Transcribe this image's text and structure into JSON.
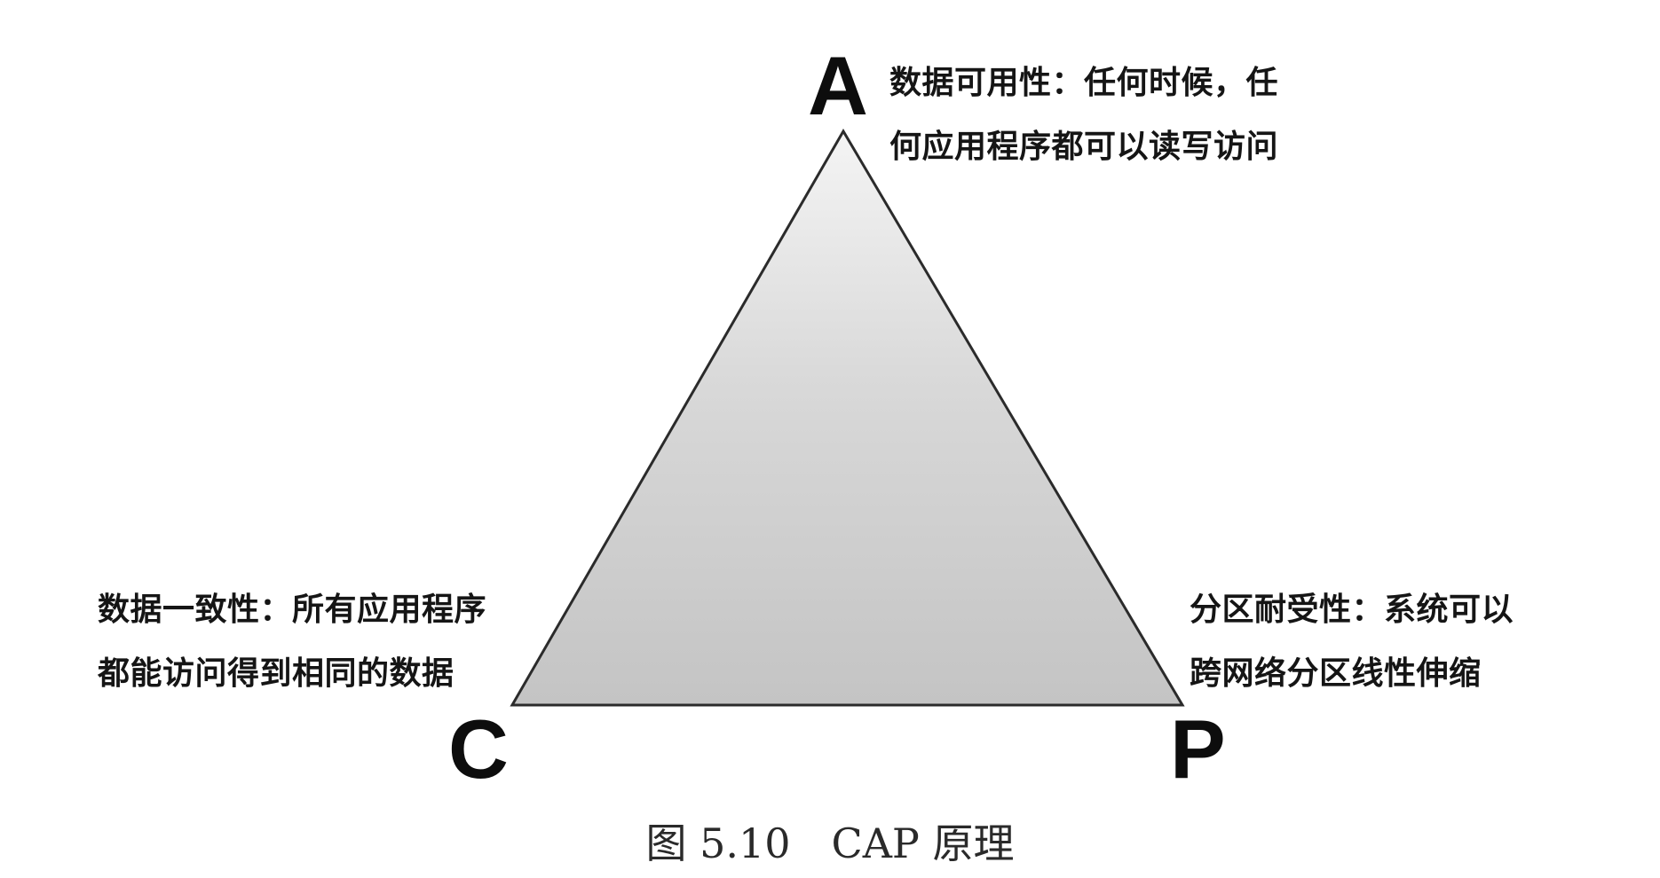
{
  "vertices": {
    "a": {
      "letter": "A",
      "lines": [
        "数据可用性：任何时候，任",
        "何应用程序都可以读写访问"
      ]
    },
    "c": {
      "letter": "C",
      "lines": [
        "数据一致性：所有应用程序",
        "都能访问得到相同的数据"
      ]
    },
    "p": {
      "letter": "P",
      "lines": [
        "分区耐受性：系统可以",
        "跨网络分区线性伸缩"
      ]
    }
  },
  "caption": "图 5.10　CAP 原理"
}
